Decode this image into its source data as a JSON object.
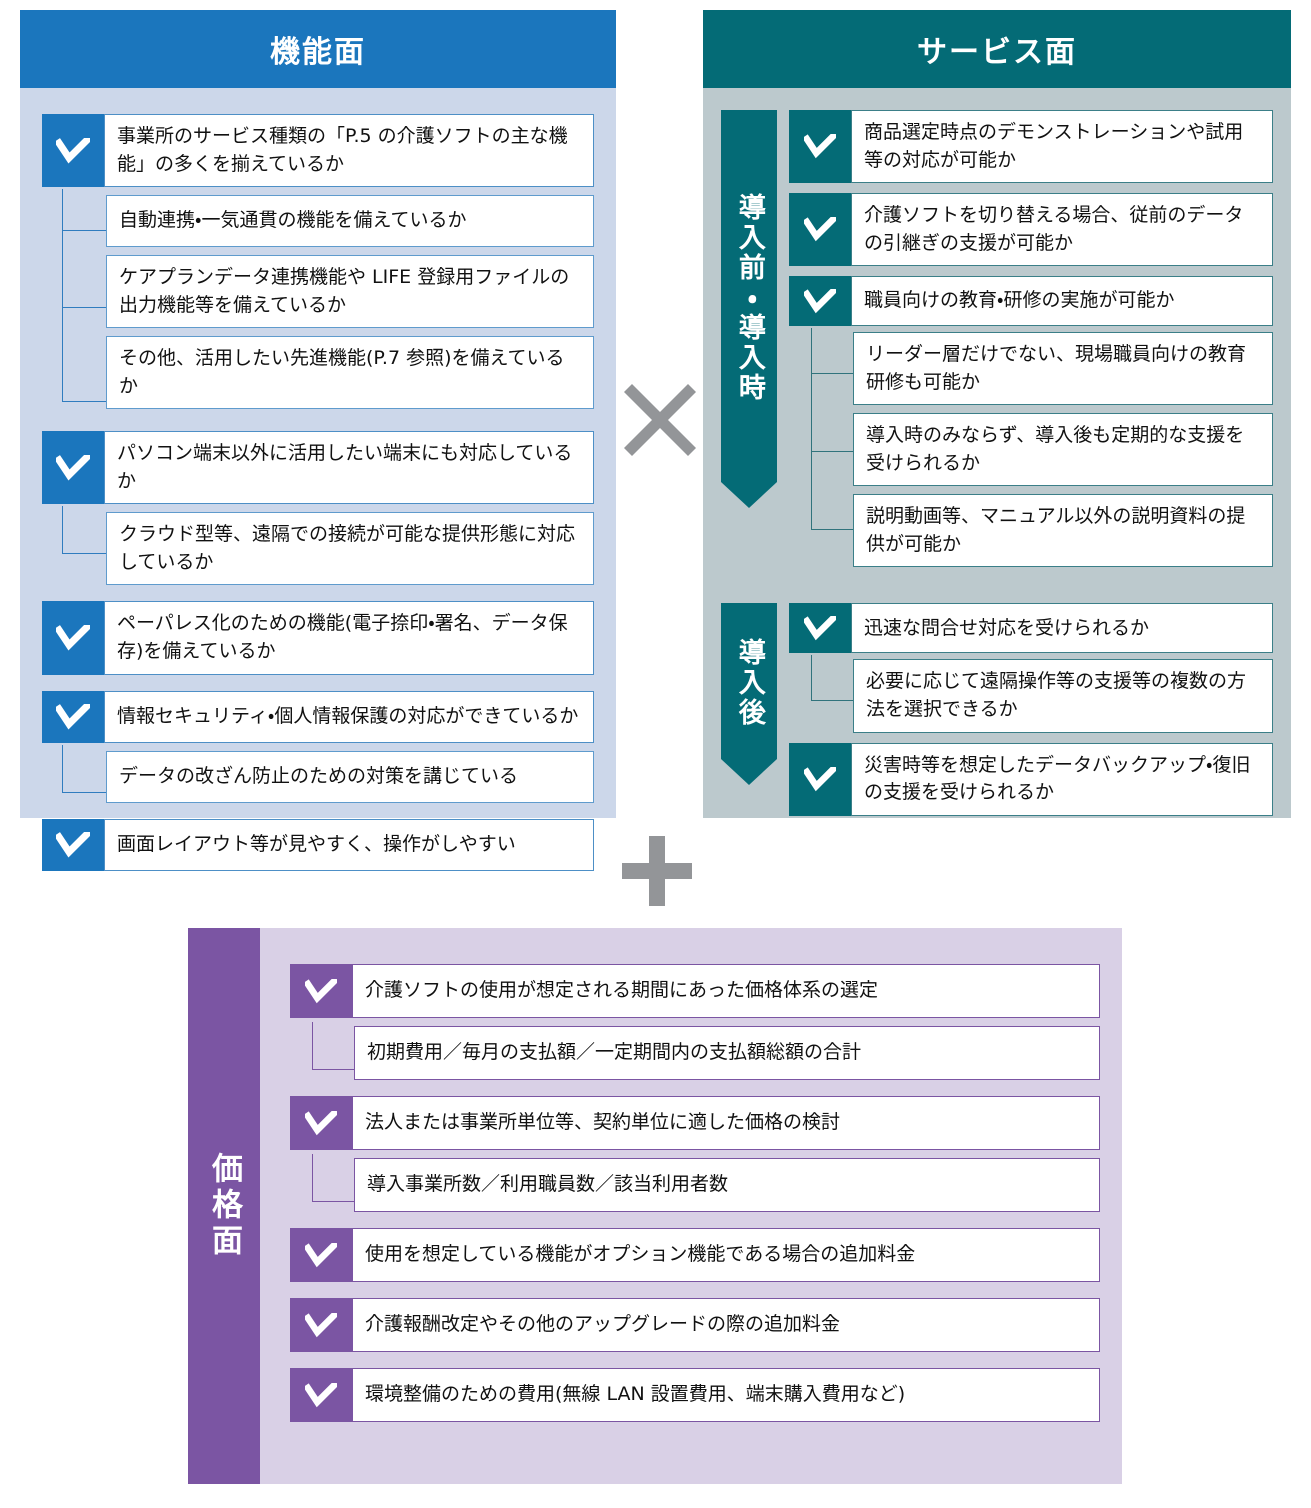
{
  "panels": {
    "function": {
      "title": "機能面",
      "accent": "#1b76bd",
      "body_bg": "#ccd7ea",
      "items": [
        {
          "type": "check",
          "text": "事業所のサービス種類の「P.5 の介護ソフトの主な機能」の多くを揃えているか"
        },
        {
          "type": "sub",
          "text": "自動連携・一気通貫の機能を備えているか"
        },
        {
          "type": "sub",
          "text": "ケアプランデータ連携機能や LIFE 登録用ファイルの出力機能等を備えているか"
        },
        {
          "type": "sub",
          "text": "その他、活用したい先進機能(P.7 参照)を備えているか"
        },
        {
          "type": "check",
          "text": "パソコン端末以外に活用したい端末にも対応しているか"
        },
        {
          "type": "sub",
          "text": "クラウド型等、遠隔での接続が可能な提供形態に対応しているか"
        },
        {
          "type": "check",
          "text": "ペーパレス化のための機能(電子捺印・署名、データ保存)を備えているか"
        },
        {
          "type": "check",
          "text": "情報セキュリティ・個人情報保護の対応ができているか"
        },
        {
          "type": "sub",
          "text": "データの改ざん防止のための対策を講じている"
        },
        {
          "type": "check",
          "text": "画面レイアウト等が見やすく、操作がしやすい"
        }
      ]
    },
    "service": {
      "title": "サービス面",
      "accent": "#046b76",
      "body_bg": "#bcc9cd",
      "phases": [
        {
          "label": "導入前・導入時",
          "items": [
            {
              "type": "check",
              "text": "商品選定時点のデモンストレーションや試用等の対応が可能か"
            },
            {
              "type": "check",
              "text": "介護ソフトを切り替える場合、従前のデータの引継ぎの支援が可能か"
            },
            {
              "type": "check",
              "text": "職員向けの教育・研修の実施が可能か"
            },
            {
              "type": "sub",
              "text": "リーダー層だけでない、現場職員向けの教育研修も可能か"
            },
            {
              "type": "sub",
              "text": "導入時のみならず、導入後も定期的な支援を受けられるか"
            },
            {
              "type": "sub",
              "text": "説明動画等、マニュアル以外の説明資料の提供が可能か"
            }
          ]
        },
        {
          "label": "導入後",
          "items": [
            {
              "type": "check",
              "text": "迅速な問合せ対応を受けられるか"
            },
            {
              "type": "sub",
              "text": "必要に応じて遠隔操作等の支援等の複数の方法を選択できるか"
            },
            {
              "type": "check",
              "text": "災害時等を想定したデータバックアップ・復旧の支援を受けられるか"
            }
          ]
        }
      ]
    },
    "price": {
      "label": "価格面",
      "accent": "#7b55a3",
      "body_bg": "#d9d0e6",
      "items": [
        {
          "type": "check",
          "text": "介護ソフトの使用が想定される期間にあった価格体系の選定"
        },
        {
          "type": "sub",
          "text": "初期費用／毎月の支払額／一定期間内の支払額総額の合計"
        },
        {
          "type": "check",
          "text": "法人または事業所単位等、契約単位に適した価格の検討"
        },
        {
          "type": "sub",
          "text": "導入事業所数／利用職員数／該当利用者数"
        },
        {
          "type": "check",
          "text": "使用を想定している機能がオプション機能である場合の追加料金"
        },
        {
          "type": "check",
          "text": "介護報酬改定やその他のアップグレードの際の追加料金"
        },
        {
          "type": "check",
          "text": "環境整備のための費用(無線 LAN 設置費用、端末購入費用など)"
        }
      ]
    }
  },
  "operators": {
    "times": "×",
    "plus": "+",
    "color": "#939598"
  },
  "icons": {
    "check": "check-icon"
  }
}
